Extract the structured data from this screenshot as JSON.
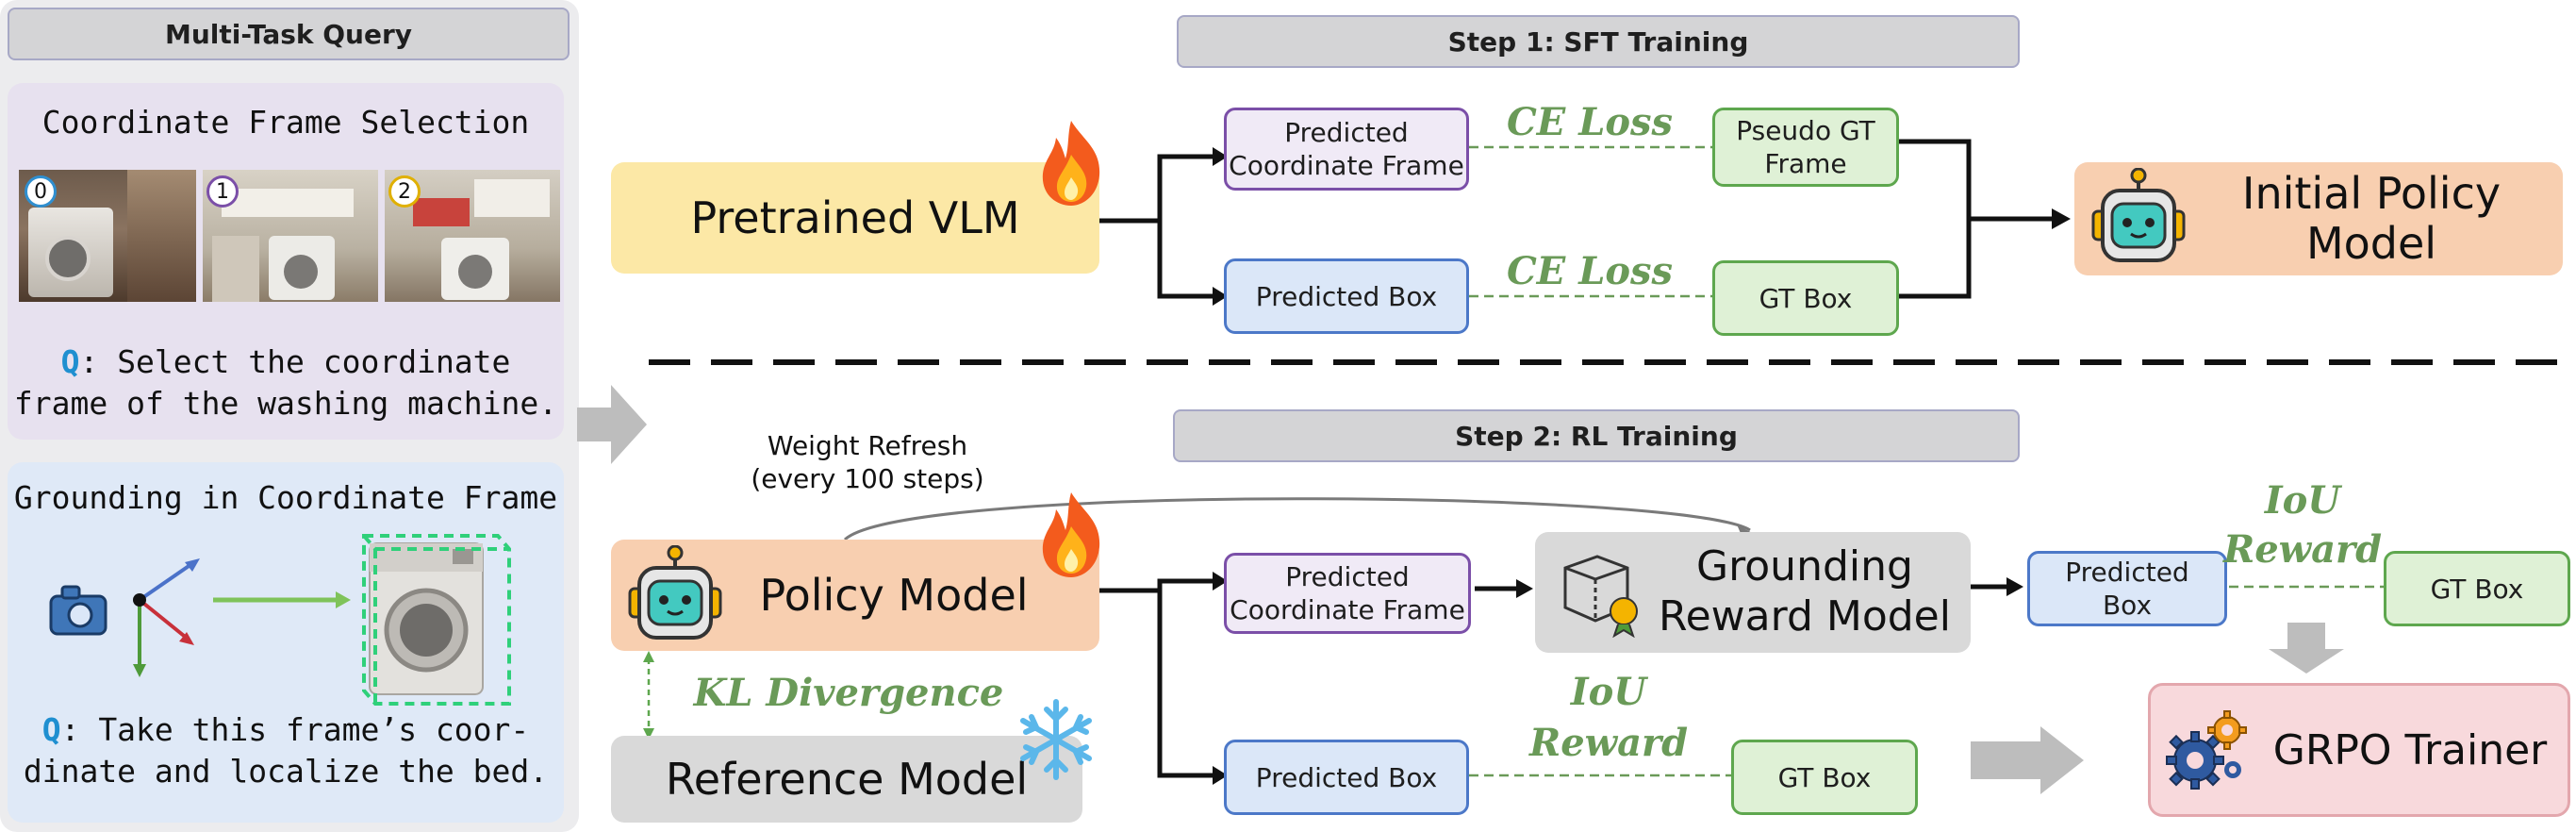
{
  "left_panel": {
    "header": "Multi-Task Query",
    "task1": {
      "title": "Coordinate Frame Selection",
      "frame_labels": [
        "0",
        "1",
        "2"
      ],
      "q_prefix": "Q",
      "q_line1": ": Select the coordinate",
      "q_line2": "frame of the washing machine."
    },
    "task2": {
      "title": "Grounding in Coordinate Frame",
      "q_prefix": "Q",
      "q_line1": ": Take this frame’s coor-",
      "q_line2": "dinate and localize the bed."
    }
  },
  "step1": {
    "title": "Step 1: SFT Training",
    "pretrained": "Pretrained VLM",
    "pred_frame": [
      "Predicted",
      "Coordinate Frame"
    ],
    "pred_box": "Predicted Box",
    "loss1": "CE Loss",
    "loss2": "CE Loss",
    "pseudo_gt": [
      "Pseudo GT",
      "Frame"
    ],
    "gt_box": "GT Box",
    "initial_policy": [
      "Initial Policy",
      "Model"
    ]
  },
  "step2": {
    "title": "Step 2: RL Training",
    "weight_refresh": [
      "Weight Refresh",
      "(every 100 steps)"
    ],
    "policy": "Policy Model",
    "kl": "KL Divergence",
    "reference": "Reference Model",
    "pred_frame": [
      "Predicted",
      "Coordinate Frame"
    ],
    "grounding_rm": [
      "Grounding",
      "Reward Model"
    ],
    "pred_box_rm": [
      "Predicted",
      "Box"
    ],
    "iou_reward_top": [
      "IoU",
      "Reward"
    ],
    "gt_box_top": "GT Box",
    "pred_box": "Predicted Box",
    "iou_reward_bottom": [
      "IoU",
      "Reward"
    ],
    "gt_box_bottom": "GT Box",
    "grpo": "GRPO Trainer"
  },
  "colors": {
    "purple_panel": "#e7e1ef",
    "blue_panel": "#dfe9f7",
    "yellow": "#fce8a6",
    "orange": "#f8cfb0",
    "gray_box": "#d9d9d9",
    "pink": "#f8d9dc",
    "label_green": "#6a9a58",
    "q_blue": "#1f8fd0"
  },
  "icons": [
    "fire-icon",
    "robot-icon",
    "snowflake-icon",
    "gear-icon",
    "camera-icon",
    "cube-icon",
    "washing-machine-image"
  ]
}
